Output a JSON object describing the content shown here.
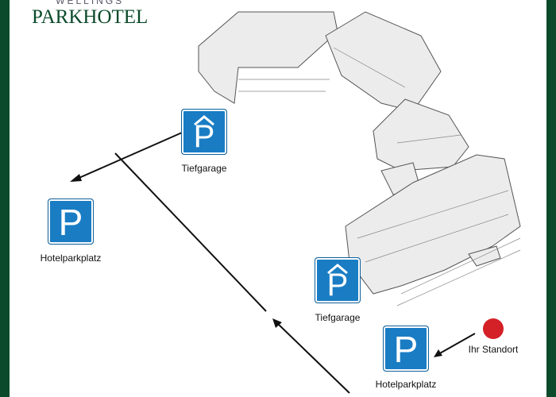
{
  "logo": {
    "top": "WELLINGS",
    "name": "PARKHOTEL"
  },
  "markers": [
    {
      "type": "garage",
      "label": "Tiefgarage",
      "icon": "parking-garage-icon"
    },
    {
      "type": "parking",
      "label": "Hotelparkplatz",
      "icon": "parking-icon"
    },
    {
      "type": "garage",
      "label": "Tiefgarage",
      "icon": "parking-garage-icon"
    },
    {
      "type": "parking",
      "label": "Hotelparkplatz",
      "icon": "parking-icon"
    }
  ],
  "sign_letter": "P",
  "location": {
    "label": "Ihr Standort",
    "color": "#d42027"
  },
  "colors": {
    "brand": "#0b4a2a",
    "parking": "#1a7dc4"
  }
}
